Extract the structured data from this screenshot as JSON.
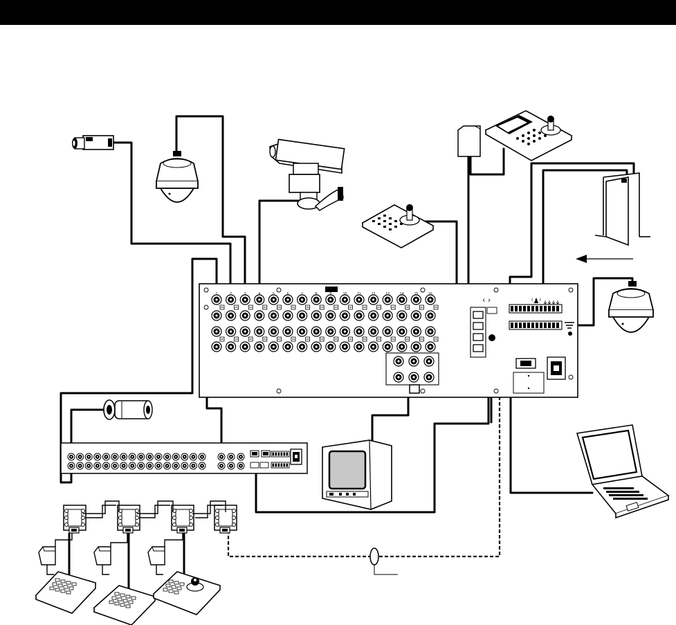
{
  "header": {
    "title": ""
  },
  "colors": {
    "ink": "#000000",
    "paper": "#ffffff",
    "screen_gray": "#c8c8c8",
    "device_gray": "#e6e6e6"
  },
  "icons": {
    "box_camera": "box-camera-icon",
    "dome_camera": "dome-camera-icon",
    "ptz_camera": "ptz-camera-icon",
    "bullet_camera": "bullet-camera-icon",
    "keyboard_controller": "keyboard-controller-icon",
    "monitor": "monitor-icon",
    "laptop": "laptop-icon",
    "door": "door-icon",
    "power_adapter": "power-adapter-icon",
    "junction_box": "junction-box-icon"
  },
  "diagram": {
    "matrix_switcher": {
      "top_channel_numbers": [
        "1",
        "2",
        "3",
        "4",
        "5",
        "6",
        "7",
        "8",
        "9",
        "10",
        "11",
        "12",
        "13",
        "14",
        "15",
        "16"
      ]
    }
  }
}
